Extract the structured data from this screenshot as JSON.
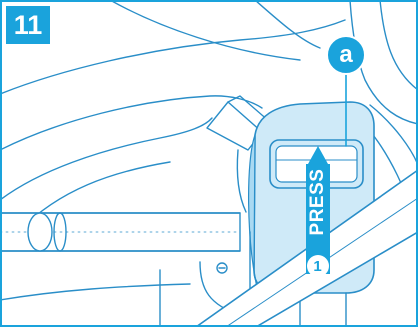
{
  "step": {
    "number": "11"
  },
  "callout": {
    "letter": "a"
  },
  "instruction": {
    "order": "1",
    "action": "PRESS"
  },
  "colors": {
    "accent": "#1aa3dc",
    "line": "#2a8ec8",
    "fill_light": "#cfeaf8",
    "fill_mid": "#a9d9f2",
    "white": "#ffffff"
  }
}
